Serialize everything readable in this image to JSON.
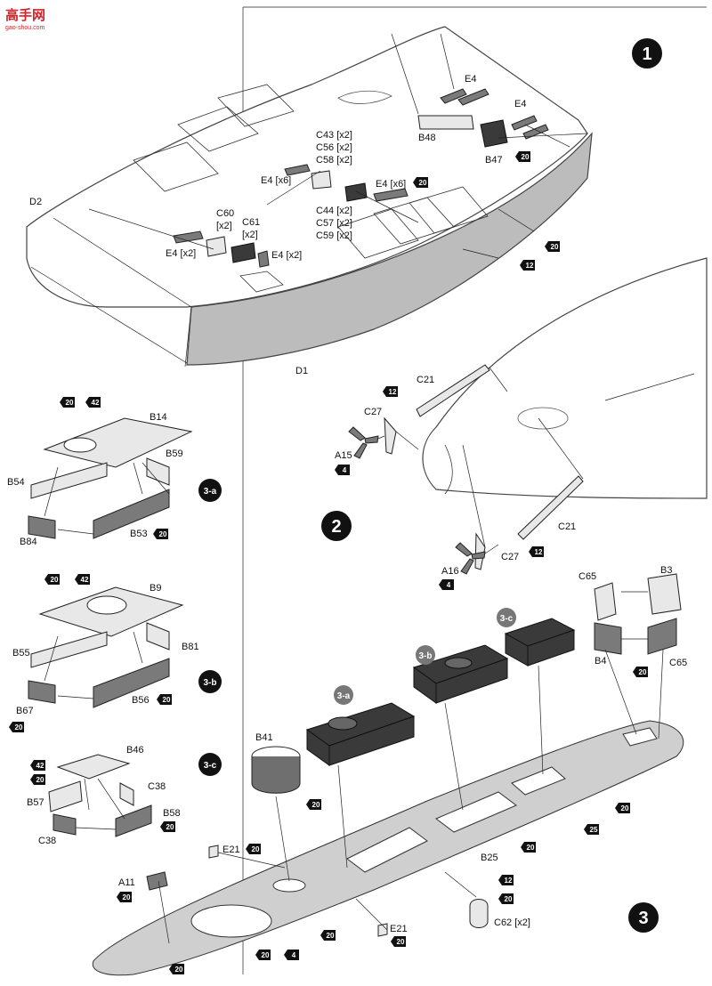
{
  "logo": {
    "title": "高手网",
    "url": "gao-shou.com"
  },
  "steps": {
    "s1": "1",
    "s2": "2",
    "s3": "3"
  },
  "substeps": {
    "a": "3-a",
    "b": "3-b",
    "c": "3-c"
  },
  "step1": {
    "D1": "D1",
    "D2": "D2",
    "E4a": "E4",
    "E4b": "E4",
    "B48": "B48",
    "B47": "B47",
    "c43": "C43 [x2]",
    "c56": "C56 [x2]",
    "c58": "C58 [x2]",
    "e4x6a": "E4 [x6]",
    "e4x6b": "E4 [x6]",
    "c44": "C44 [x2]",
    "c57": "C57 [x2]",
    "c59": "C59 [x2]",
    "c60": "C60",
    "c60x": "[x2]",
    "c61": "C61",
    "c61x": "[x2]",
    "e4x2a": "E4 [x2]",
    "e4x2b": "E4 [x2]"
  },
  "step2": {
    "C21a": "C21",
    "C21b": "C21",
    "C27a": "C27",
    "C27b": "C27",
    "A15": "A15",
    "A16": "A16"
  },
  "step3a": {
    "B14": "B14",
    "B59": "B59",
    "B54": "B54",
    "B84": "B84",
    "B53": "B53"
  },
  "step3b": {
    "B9": "B9",
    "B81": "B81",
    "B55": "B55",
    "B67": "B67",
    "B56": "B56"
  },
  "step3c": {
    "B46": "B46",
    "C38a": "C38",
    "C38b": "C38",
    "B57": "B57",
    "B58": "B58"
  },
  "step3": {
    "C65a": "C65",
    "C65b": "C65",
    "B3": "B3",
    "B4": "B4",
    "B41": "B41",
    "B25": "B25",
    "E21a": "E21",
    "E21b": "E21",
    "A11": "A11",
    "C62": "C62 [x2]"
  },
  "badges": {
    "n20": "20",
    "n42": "42",
    "n12": "12",
    "n4": "4",
    "n25": "25"
  },
  "colors": {
    "badge": "#111111",
    "logo": "#d0252a",
    "deck": "#cfcfcf",
    "hull_grey": "#bcbcbc"
  }
}
